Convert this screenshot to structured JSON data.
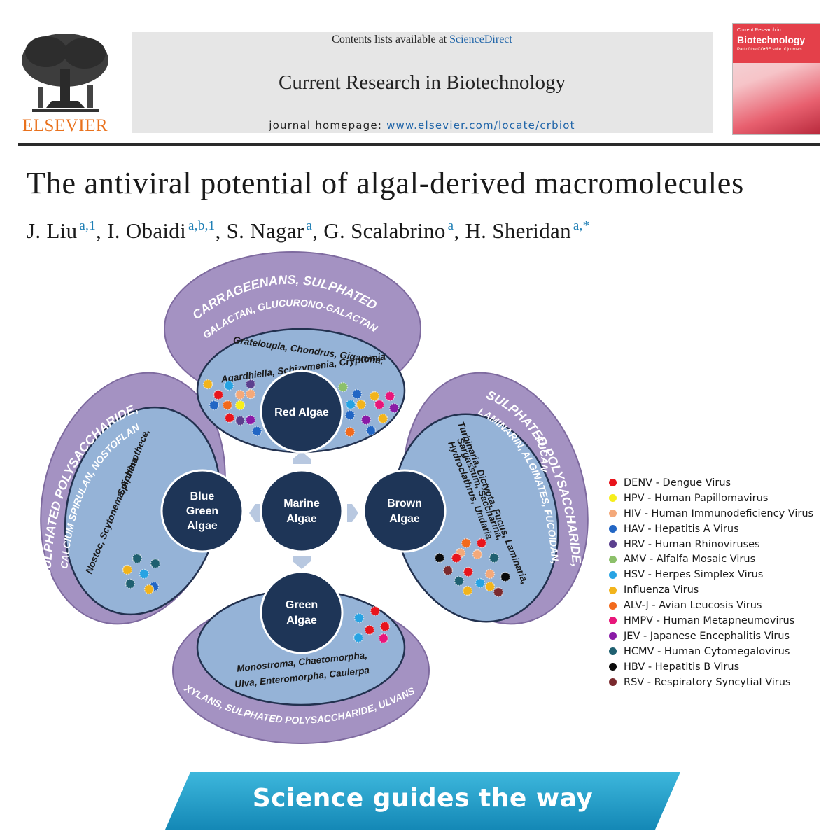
{
  "header": {
    "publisher": "ELSEVIER",
    "contents_prefix": "Contents lists available at ",
    "contents_link": "ScienceDirect",
    "journal": "Current Research in Biotechnology",
    "homepage_prefix": "journal homepage: ",
    "homepage_url": "www.elsevier.com/locate/crbiot",
    "cover_line1": "Current Research in",
    "cover_line2": "Biotechnology",
    "cover_line3": "Part of the CO•RE suite of journals"
  },
  "article": {
    "title": "The antiviral potential of algal-derived macromolecules",
    "authors": [
      {
        "name": "J. Liu",
        "aff": "a,1"
      },
      {
        "name": "I. Obaidi",
        "aff": "a,b,1"
      },
      {
        "name": "S. Nagar",
        "aff": "a"
      },
      {
        "name": "G. Scalabrino",
        "aff": "a"
      },
      {
        "name": "H. Sheridan",
        "aff": "a,*"
      }
    ]
  },
  "diagram": {
    "center": "Marine Algae",
    "red": {
      "node": [
        "Red Algae"
      ],
      "genera": [
        "Grateloupia, Chondrus, Gigartina,",
        "Agardhiella,  Schizymenia, Cryptomia"
      ],
      "polysaccharides": [
        "CARRAGEENANS, SULPHATED",
        "GALACTAN, GLUCURONO-GALACTAN"
      ]
    },
    "brown": {
      "node": [
        "Brown",
        "Algae"
      ],
      "genera": [
        "Turbinaria, Dictyota, Fucus, Laminaria,",
        "Sargassum, Saccharina,",
        "Hydroclathrus,  Undaria"
      ],
      "polysaccharides": [
        "SULPHATED POLYSACCHARIDE,",
        "LAMINARIN, ALGINATES, FUCOIDAN,",
        "FUCAN"
      ]
    },
    "blue_green": {
      "node": [
        "Blue",
        "Green",
        "Algae"
      ],
      "genera": [
        "Nostoc, Scytonema, Aphanothece,",
        "Spirulina"
      ],
      "polysaccharides": [
        "SULPHATED POLYSACCHARIDE,",
        "CALCIUM SPIRULAN, NOSTOFLAN"
      ]
    },
    "green": {
      "node": [
        "Green",
        "Algae"
      ],
      "genera": [
        "Monostroma, Chaetomorpha,",
        "Ulva, Enteromorpha, Caulerpa"
      ],
      "polysaccharides": [
        "XYLANS, SULPHATED POLYSACCHARIDE, ULVANS"
      ]
    }
  },
  "legend": [
    {
      "label": "DENV - Dengue Virus",
      "color": "#e8141c"
    },
    {
      "label": "HPV - Human Papillomavirus",
      "color": "#f6ee1c"
    },
    {
      "label": "HIV - Human Immunodeficiency Virus",
      "color": "#f4a97a"
    },
    {
      "label": "HAV - Hepatitis A Virus",
      "color": "#2266c4"
    },
    {
      "label": "HRV - Human Rhinoviruses",
      "color": "#5b3f8e"
    },
    {
      "label": "AMV - Alfalfa Mosaic Virus",
      "color": "#8cc06a"
    },
    {
      "label": "HSV - Herpes Simplex Virus",
      "color": "#27a3e3"
    },
    {
      "label": "Influenza Virus",
      "color": "#f2b41c"
    },
    {
      "label": "ALV-J - Avian Leucosis Virus",
      "color": "#f26a1c"
    },
    {
      "label": "HMPV - Human Metapneumovirus",
      "color": "#e8167a"
    },
    {
      "label": "JEV - Japanese Encephalitis Virus",
      "color": "#8a1aa6"
    },
    {
      "label": "HCMV - Human Cytomegalovirus",
      "color": "#1f6070"
    },
    {
      "label": "HBV - Hepatitis B Virus",
      "color": "#0a0a0a"
    },
    {
      "label": "RSV - Respiratory Syncytial Virus",
      "color": "#7a2a2e"
    }
  ],
  "banner": {
    "text": "Science guides the way"
  }
}
